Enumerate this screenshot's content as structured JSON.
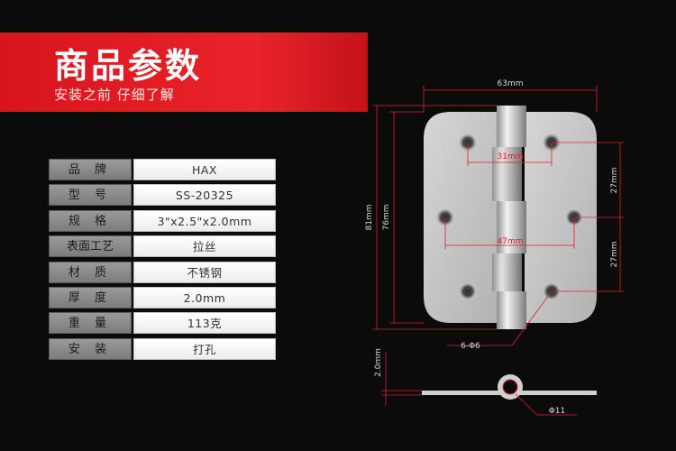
{
  "banner": {
    "title": "商品参数",
    "subtitle": "安装之前  仔细了解"
  },
  "specs": [
    {
      "label": "品 牌",
      "value": "HAX"
    },
    {
      "label": "型 号",
      "value": "SS-20325"
    },
    {
      "label": "规 格",
      "value": "3\"x2.5\"x2.0mm"
    },
    {
      "label": "表面工艺",
      "value": "拉丝"
    },
    {
      "label": "材 质",
      "value": "不锈钢"
    },
    {
      "label": "厚 度",
      "value": "2.0mm"
    },
    {
      "label": "重 量",
      "value": "113克"
    },
    {
      "label": "安 装",
      "value": "打孔"
    }
  ],
  "diagram": {
    "width_total": "63mm",
    "hole_span_top": "31mm",
    "hole_span_mid": "47mm",
    "height_total": "81mm",
    "height_body": "76mm",
    "pitch_upper": "27mm",
    "pitch_lower": "27mm",
    "holes_note": "6-Φ6",
    "thickness": "2.0mm",
    "knuckle": "Φ11"
  },
  "colors": {
    "banner_red": "#e8232a",
    "dimension_red": "#e0202a",
    "hinge_metal": "#c9c9c9"
  }
}
